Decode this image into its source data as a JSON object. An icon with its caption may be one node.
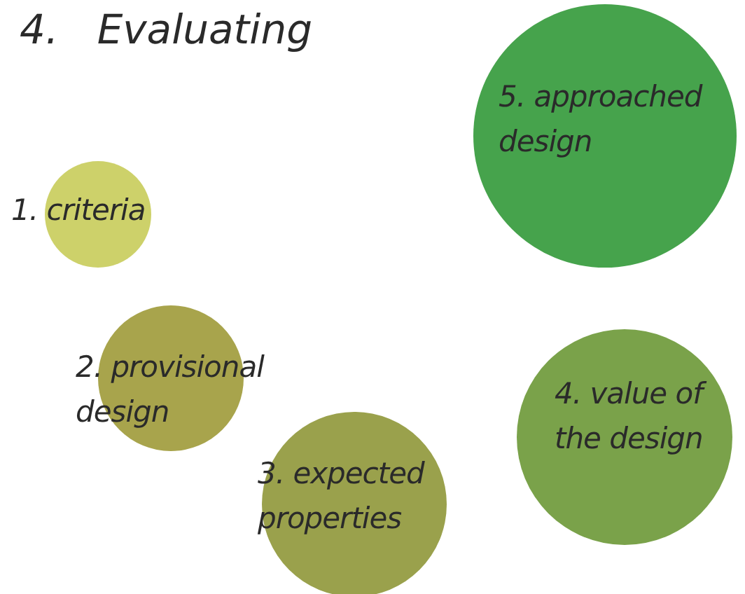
{
  "diagram": {
    "title": "4. Evaluating",
    "nodes": [
      {
        "text": [
          "1. criteria"
        ]
      },
      {
        "text": [
          "2. provisional design"
        ]
      },
      {
        "text": [
          "3. expected properties"
        ]
      },
      {
        "text": [
          "4. value of the design"
        ]
      },
      {
        "text": [
          "5. approached design"
        ]
      }
    ]
  }
}
